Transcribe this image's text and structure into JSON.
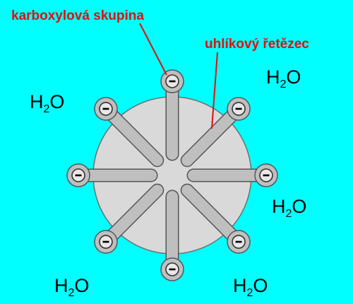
{
  "labels": {
    "carboxyl_group": "karboxylová skupina",
    "carbon_chain": "uhlíkový řetězec"
  },
  "water": {
    "symbol_h": "H",
    "subscript": "2",
    "symbol_o": "O"
  },
  "charge_symbol": "−",
  "colors": {
    "background": "#00FFFF",
    "micelle_core": "#D9D9D9",
    "chain": "#BFBFBF",
    "label": "#E01010",
    "pointer_line": "#E01010",
    "outline": "#555555"
  },
  "icons": {
    "head_group": "negative-charge-circle",
    "tail": "hydrocarbon-chain"
  }
}
